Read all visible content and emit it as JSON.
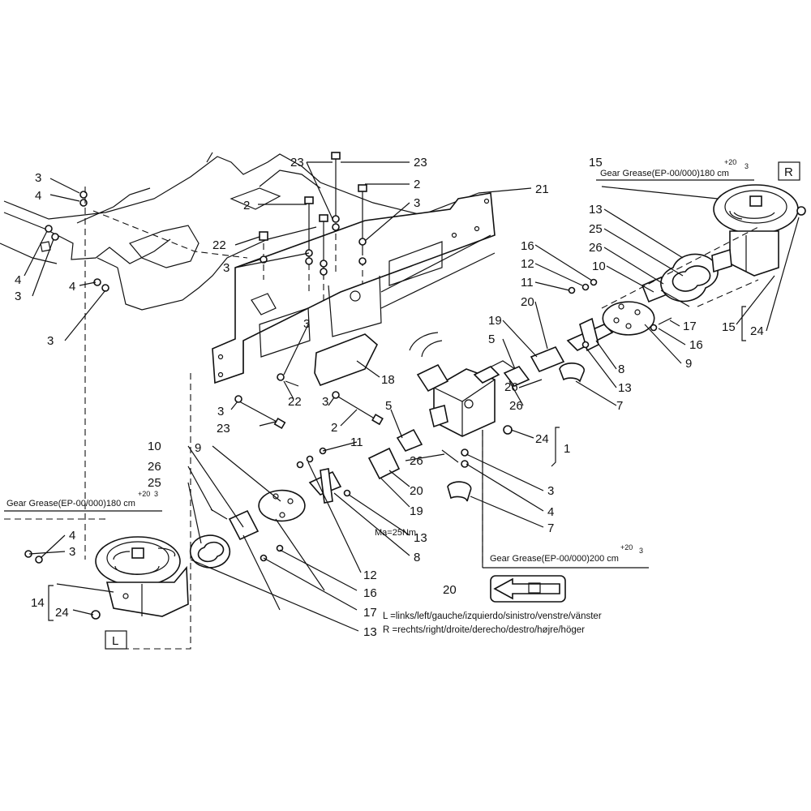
{
  "callouts": {
    "c1": "1",
    "c2a": "2",
    "c2b": "2",
    "c2c": "2",
    "c3a": "3",
    "c3b": "3",
    "c3c": "3",
    "c3d": "3",
    "c3e": "3",
    "c3f": "3",
    "c3g": "3",
    "c3h": "3",
    "c3i": "3",
    "c3j": "3",
    "c4a": "4",
    "c4b": "4",
    "c4c": "4",
    "c4d": "4",
    "c4e": "4",
    "c5a": "5",
    "c5b": "5",
    "c7a": "7",
    "c7b": "7",
    "c8a": "8",
    "c8b": "8",
    "c9a": "9",
    "c9b": "9",
    "c10a": "10",
    "c10b": "10",
    "c11a": "11",
    "c11b": "11",
    "c12a": "12",
    "c12b": "12",
    "c13a": "13",
    "c13b": "13",
    "c13c": "13",
    "c13d": "13",
    "c14": "14",
    "c15a": "15",
    "c15b": "15",
    "c16a": "16",
    "c16b": "16",
    "c16c": "16",
    "c17a": "17",
    "c17b": "17",
    "c18": "18",
    "c19a": "19",
    "c19b": "19",
    "c20a": "20",
    "c20b": "20",
    "c20c": "20",
    "c21": "21",
    "c22a": "22",
    "c22b": "22",
    "c23a": "23",
    "c23b": "23",
    "c23c": "23",
    "c24a": "24",
    "c24b": "24",
    "c24c": "24",
    "c25a": "25",
    "c25b": "25",
    "c26a": "26",
    "c26b": "26",
    "c26c": "26",
    "c26d": "26"
  },
  "notes": {
    "grease_right": "Gear Grease(EP-00/000)180 cm",
    "grease_left": "Gear Grease(EP-00/000)180 cm",
    "grease_center": "Gear Grease(EP-00/000)200 cm",
    "tol": "+20",
    "exp": "3",
    "torque": "Ma=25Nm"
  },
  "side_boxes": {
    "right": "R",
    "left": "L"
  },
  "legend": {
    "left_line": "L  =links/left/gauche/izquierdo/sinistro/venstre/vänster",
    "right_line": "R  =rechts/right/droite/derecho/destro/højre/höger"
  }
}
